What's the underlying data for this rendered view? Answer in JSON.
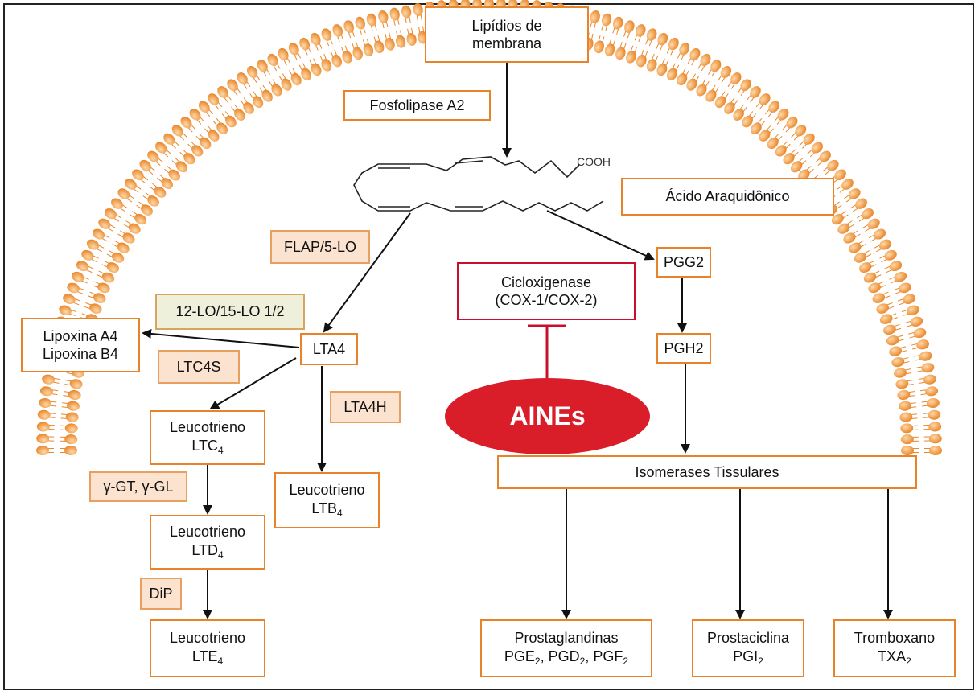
{
  "membrane": {
    "top_label_line1": "Lipídios de",
    "top_label_line2": "membrana"
  },
  "enzymes": {
    "fosfolipase": "Fosfolipase A2",
    "flap": "FLAP/5-LO",
    "lo12": "12-LO/15-LO 1/2",
    "ltc4s": "LTC4S",
    "lta4h": "LTA4H",
    "ggt": "γ-GT, γ-GL",
    "dip": "DiP"
  },
  "molecule": {
    "name": "Ácido Araquidônico",
    "group": "COOH"
  },
  "inhibition": {
    "cox_line1": "Cicloxigenase",
    "cox_line2": "(COX-1/COX-2)",
    "drug": "AINEs"
  },
  "nodes": {
    "lipoxina_a4": "Lipoxina A4",
    "lipoxina_b4": "Lipoxina B4",
    "lta4": "LTA4",
    "pgg2": "PGG2",
    "pgh2": "PGH2",
    "isomerases": "Isomerases Tissulares",
    "leuco_word": "Leucotrieno",
    "ltc": "LTC",
    "ltb": "LTB",
    "ltd": "LTD",
    "lte": "LTE",
    "sub4": "4",
    "prostaglandinas": "Prostaglandinas",
    "pge": "PGE",
    "pgd": "PGD",
    "pgf": "PGF",
    "sub2": "2",
    "comma": ",",
    "prostaciclina": "Prostaciclina",
    "pgi": "PGI",
    "tromboxano": "Tromboxano",
    "txa": "TXA"
  },
  "colors": {
    "box_border": "#e8832a",
    "enzyme_fill": "#fbe3d0",
    "inhibit_red": "#c8102e",
    "aines_red": "#d91e2a"
  }
}
